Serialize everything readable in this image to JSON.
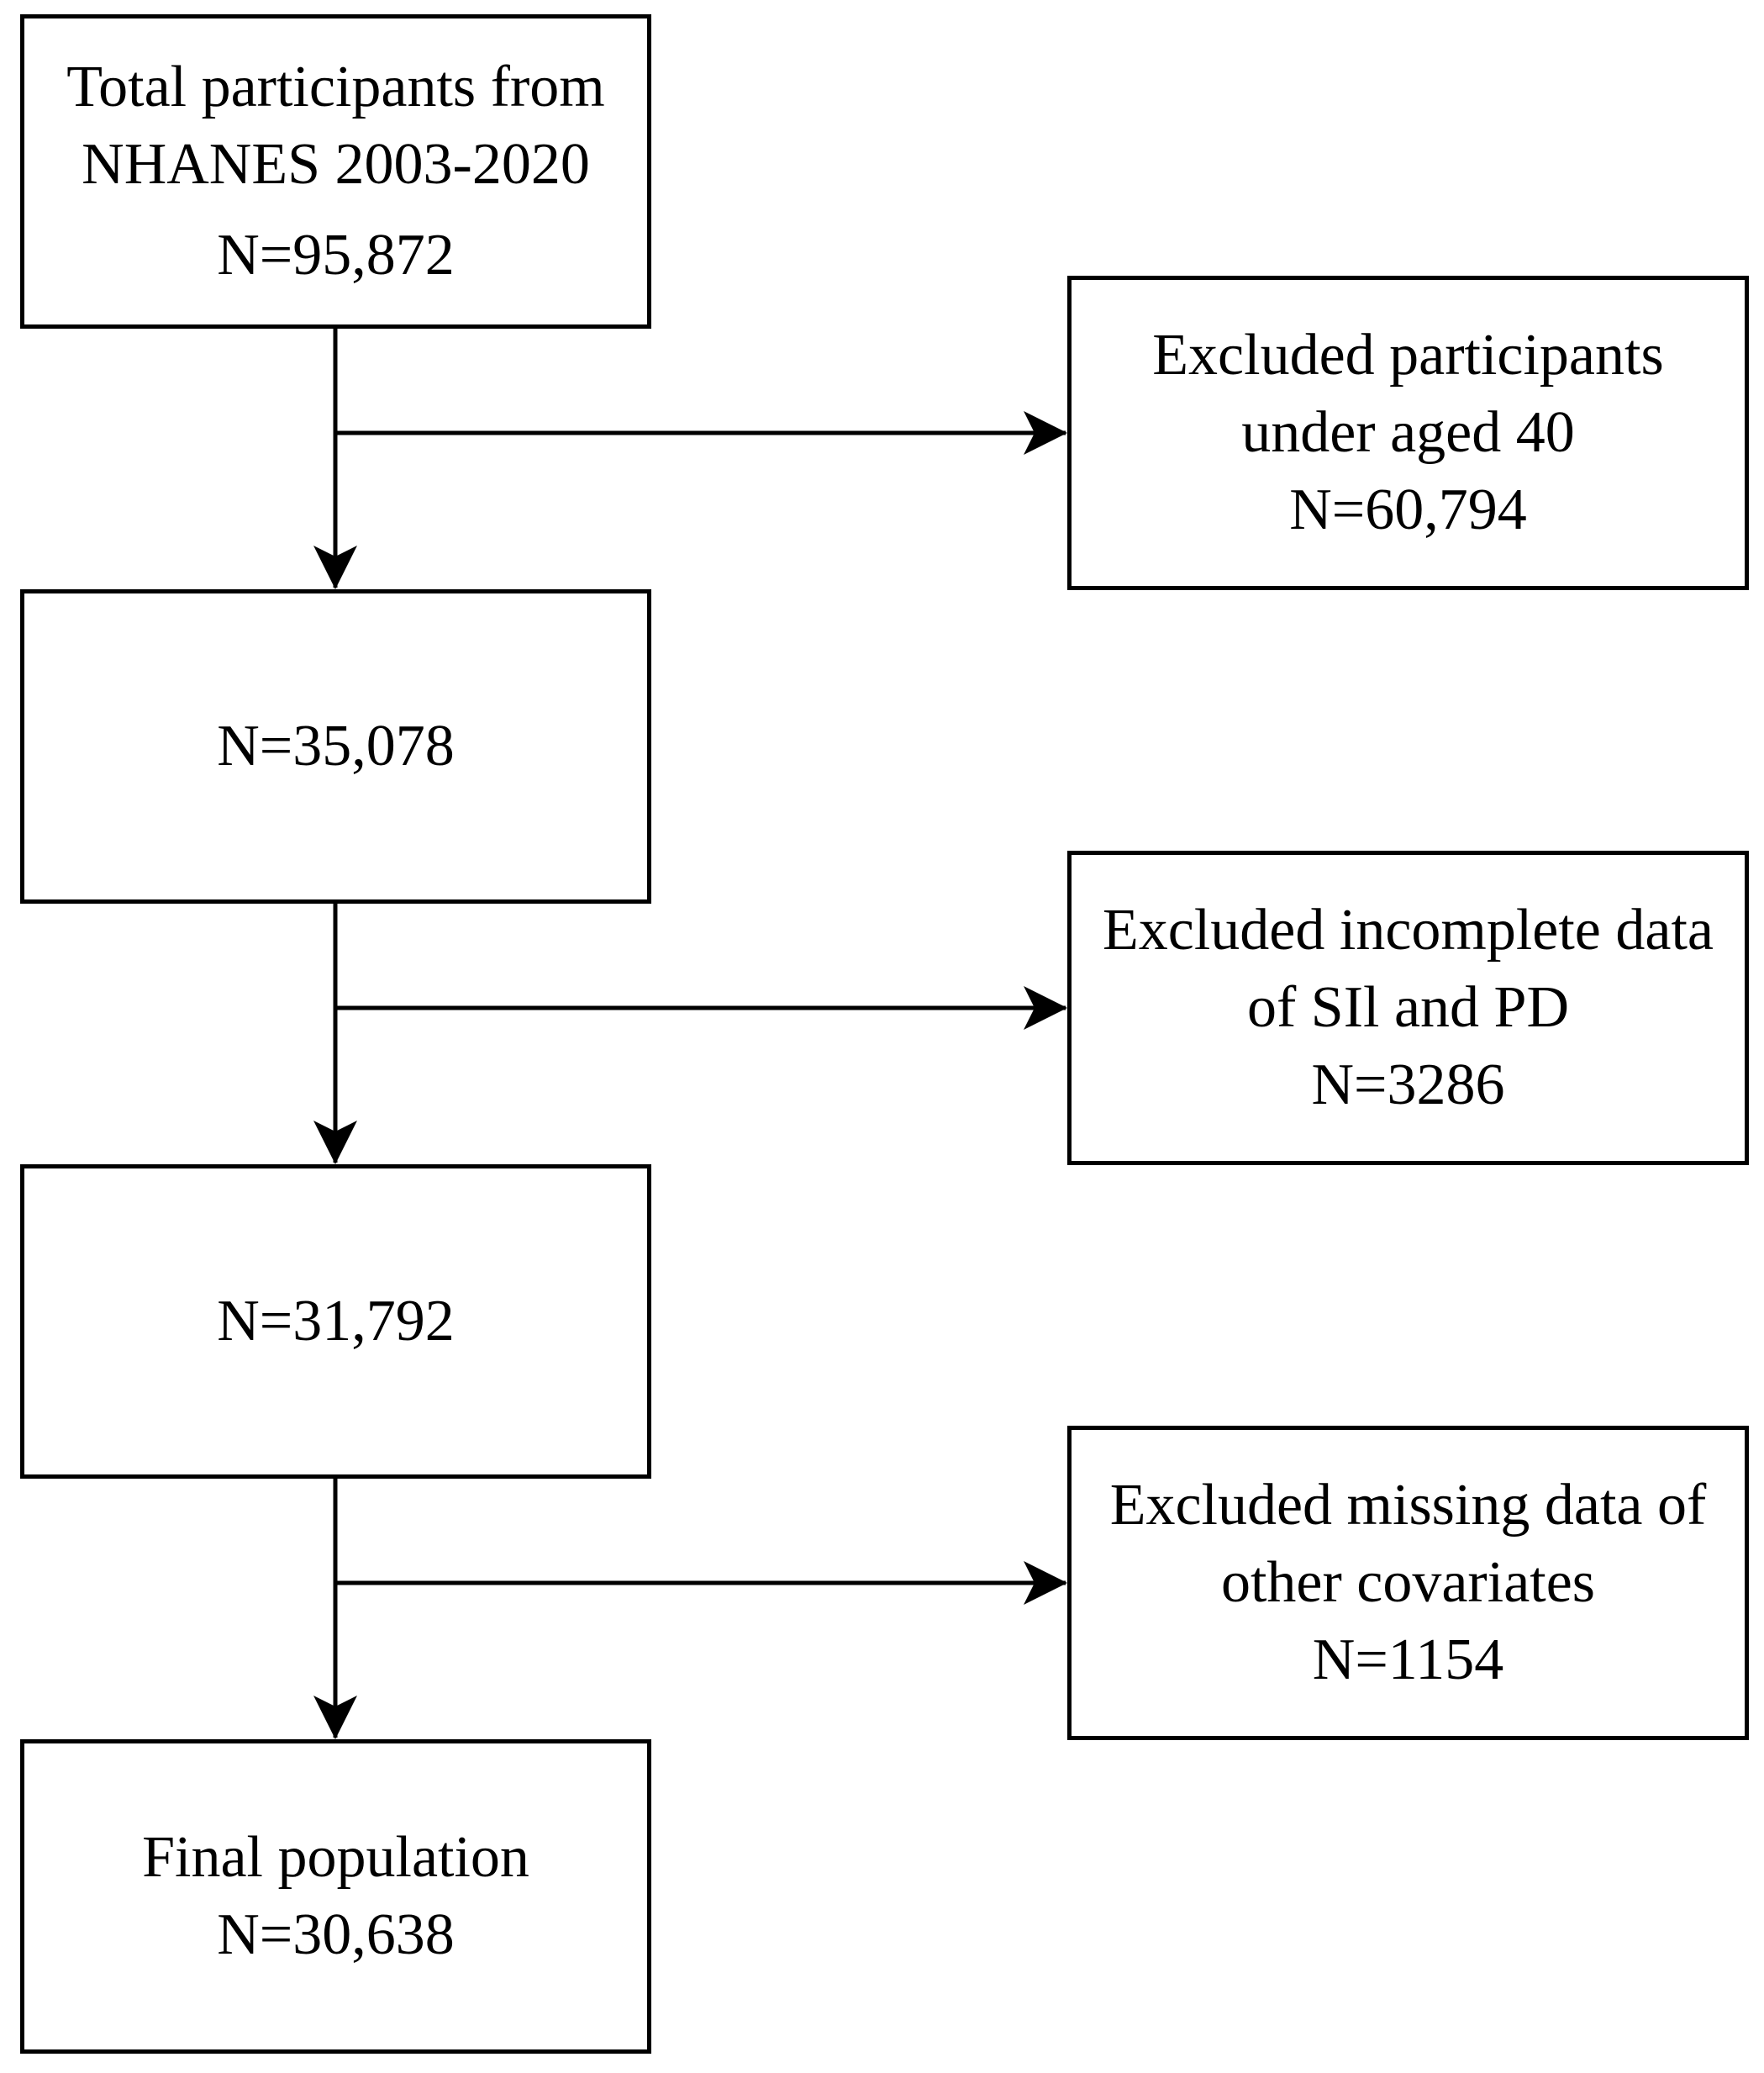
{
  "flowchart": {
    "total": {
      "lines": [
        "Total participants from",
        "NHANES 2003-2020"
      ],
      "count": "N=95,872"
    },
    "exclusion_1": {
      "lines": [
        "Excluded participants",
        "under aged 40"
      ],
      "count": "N=60,794"
    },
    "step_1": {
      "count": "N=35,078"
    },
    "exclusion_2": {
      "lines": [
        "Excluded incomplete data",
        "of SIl and PD"
      ],
      "count": "N=3286"
    },
    "step_2": {
      "count": "N=31,792"
    },
    "exclusion_3": {
      "lines": [
        "Excluded missing data of",
        "other covariates"
      ],
      "count": "N=1154"
    },
    "final": {
      "lines": [
        "Final population"
      ],
      "count": "N=30,638"
    }
  },
  "colors": {
    "stroke": "#000000",
    "background": "#ffffff"
  }
}
